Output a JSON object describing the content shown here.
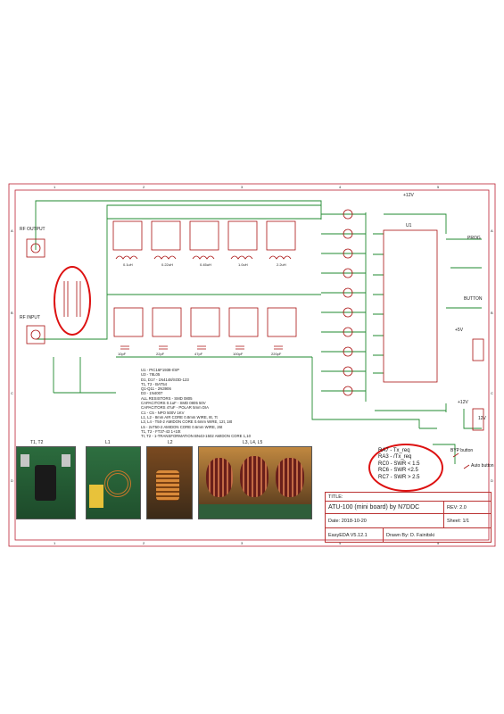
{
  "title_block": {
    "title_label": "TITLE:",
    "title": "ATU-100 (mini board) by N7DDC",
    "rev_label": "REV:",
    "rev": "2.0",
    "date_label": "Date:",
    "date": "2018-10-20",
    "sheet_label": "Sheet:",
    "sheet": "1/1",
    "tool": "EasyEDA V5.12.1",
    "drawn_label": "Drawn By:",
    "drawn_by": "D. Fainitski"
  },
  "notes": [
    "RA7 - Tx_req",
    "RA3 - /Tx_req",
    "RC0 - SWR < 1.5",
    "RC6 - SWR <2.5",
    "RC7 - SWR > 2.5"
  ],
  "connectors": {
    "rf_output": "RF OUTPUT",
    "rf_input": "RF INPUT",
    "prog": "PROG",
    "button": "BUTTON",
    "byp_button": "BYP button",
    "auto_button": "Auto button",
    "v12": "12V",
    "v5": "+5V",
    "vcc12": "+12V"
  },
  "legend": [
    "U1 - PIC16F1938-I/SP",
    "U3 - 78L05",
    "D1, D17 - 1N4148/SOD-123",
    "T1, T2 - BAT54",
    "Q1-Q11 - 2N3906",
    "D3 - 1N4007",
    "ALL RESISTORS - SMD 0805",
    "CAPACITORS 0.1uF - SMD 0805 50V",
    "CAPACITORS 47uF - POLAR 5mm DIA",
    "C1 - C5 - NPO 500V 1KV",
    "L1, L2 - 8mm AIR CORE 0.8mm WIRE, 8t, 7t",
    "L3, L4 - T50-2 AMIDON CORE 0.6mm WIRE, 12t, 18t",
    "L5 - 2xT50-2 AMIDON CORE 0.6mm WIRE, 26t",
    "T1, T2 - FT37-43 1+10t",
    "TI, T2 - 1-TRANSFORMATION BN43-1502 AMIDON CORE 1,10"
  ],
  "photos": {
    "t1_t2": "T1, T2",
    "l1": "L1",
    "l2": "L2",
    "l3_l5": "L3, L4, L5"
  },
  "component_values": {
    "inductors": [
      "0.1uH",
      "0.22uH",
      "0.45uH",
      "1.0uH",
      "2.2uH"
    ],
    "capacitors": [
      "10pF",
      "22pF",
      "47pF",
      "100pF",
      "220pF"
    ],
    "ic": "U1",
    "supply": "+12V"
  },
  "colors": {
    "wire": "#1f8a2f",
    "component": "#aa1111",
    "highlight": "#dd1111"
  }
}
